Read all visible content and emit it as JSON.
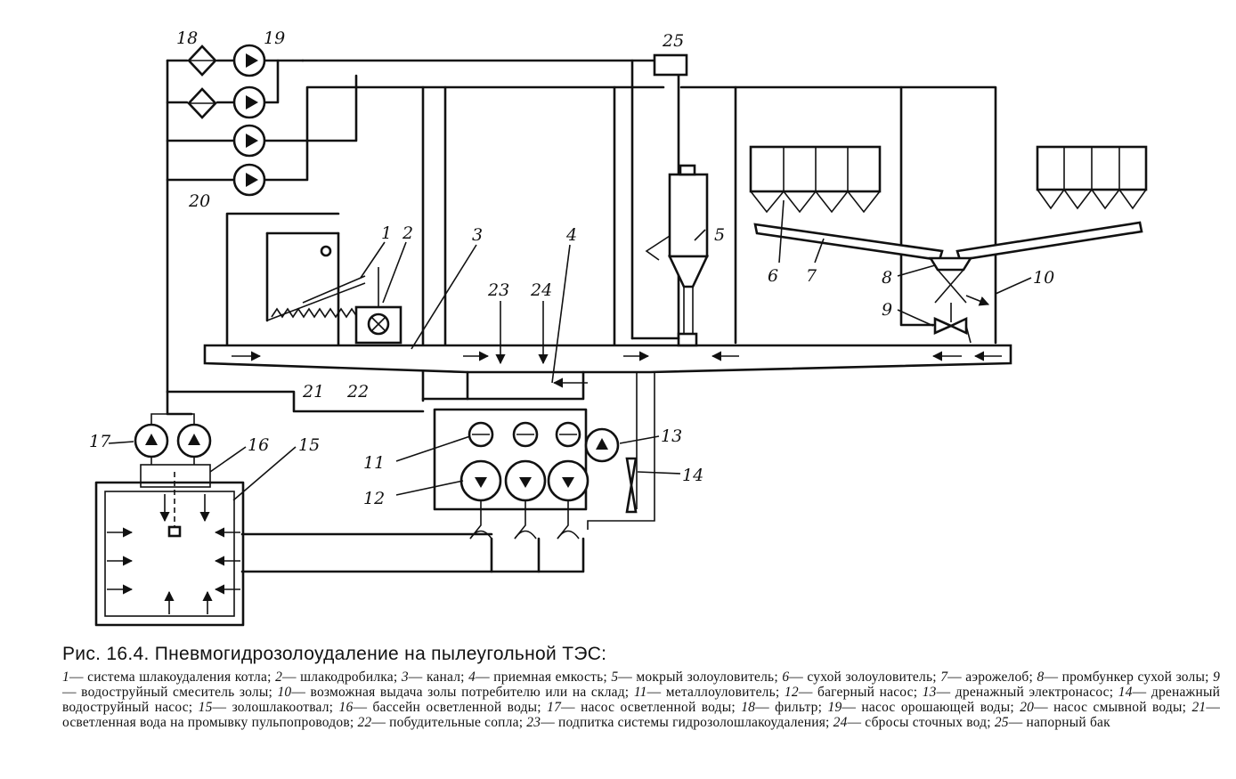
{
  "labels": {
    "n1": "1",
    "n2": "2",
    "n3": "3",
    "n4": "4",
    "n5": "5",
    "n6": "6",
    "n7": "7",
    "n8": "8",
    "n9": "9",
    "n10": "10",
    "n11": "11",
    "n12": "12",
    "n13": "13",
    "n14": "14",
    "n15": "15",
    "n16": "16",
    "n17": "17",
    "n18": "18",
    "n19": "19",
    "n20": "20",
    "n21": "21",
    "n22": "22",
    "n23": "23",
    "n24": "24",
    "n25": "25"
  },
  "caption": {
    "title": "Рис. 16.4. Пневмогидрозолоудаление на пылеугольной ТЭС:",
    "legend": [
      {
        "n": "1",
        "t": "— система шлакоудаления котла;"
      },
      {
        "n": "2",
        "t": "— шлакодробилка;"
      },
      {
        "n": "3",
        "t": "— канал;"
      },
      {
        "n": "4",
        "t": "— приемная емкость;"
      },
      {
        "n": "5",
        "t": "— мокрый золоуловитель;"
      },
      {
        "n": "6",
        "t": "— сухой золоуловитель;"
      },
      {
        "n": "7",
        "t": "— аэрожелоб;"
      },
      {
        "n": "8",
        "t": "— промбункер сухой золы;"
      },
      {
        "n": "9",
        "t": "— водоструйный смеситель золы;"
      },
      {
        "n": "10",
        "t": "— возможная выдача золы потребителю или на склад;"
      },
      {
        "n": "11",
        "t": "— металлоуловитель;"
      },
      {
        "n": "12",
        "t": "— багерный насос;"
      },
      {
        "n": "13",
        "t": "— дренажный электронасос;"
      },
      {
        "n": "14",
        "t": "— дренажный водоструйный насос;"
      },
      {
        "n": "15",
        "t": "— золошлакоотвал;"
      },
      {
        "n": "16",
        "t": "— бассейн осветленной воды;"
      },
      {
        "n": "17",
        "t": "— насос осветленной воды;"
      },
      {
        "n": "18",
        "t": "— фильтр;"
      },
      {
        "n": "19",
        "t": "— насос орошающей воды;"
      },
      {
        "n": "20",
        "t": "— насос смывной воды;"
      },
      {
        "n": "21",
        "t": "— осветленная вода на промывку пульпопроводов;"
      },
      {
        "n": "22",
        "t": "— побудительные сопла;"
      },
      {
        "n": "23",
        "t": "— подпитка системы гидрозолошлакоудаления;"
      },
      {
        "n": "24",
        "t": "— сбросы сточных вод;"
      },
      {
        "n": "25",
        "t": "— напорный бак"
      }
    ]
  }
}
